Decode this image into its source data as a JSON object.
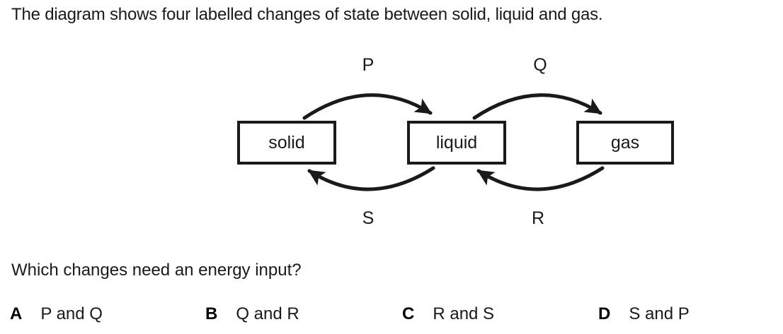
{
  "stem": {
    "text": "The diagram shows four labelled changes of state between solid, liquid and gas."
  },
  "diagram": {
    "states": [
      {
        "id": "solid",
        "label": "solid"
      },
      {
        "id": "liquid",
        "label": "liquid"
      },
      {
        "id": "gas",
        "label": "gas"
      }
    ],
    "transitions": [
      {
        "id": "P",
        "label": "P",
        "from": "solid",
        "to": "liquid",
        "position": "top"
      },
      {
        "id": "Q",
        "label": "Q",
        "from": "liquid",
        "to": "gas",
        "position": "top"
      },
      {
        "id": "S",
        "label": "S",
        "from": "liquid",
        "to": "solid",
        "position": "bottom"
      },
      {
        "id": "R",
        "label": "R",
        "from": "gas",
        "to": "liquid",
        "position": "bottom"
      }
    ],
    "stroke_color": "#1a1a1a"
  },
  "question": {
    "text": "Which changes need an energy input?"
  },
  "options": [
    {
      "letter": "A",
      "text": "P and Q"
    },
    {
      "letter": "B",
      "text": "Q and R"
    },
    {
      "letter": "C",
      "text": "R and S"
    },
    {
      "letter": "D",
      "text": "S and P"
    }
  ]
}
